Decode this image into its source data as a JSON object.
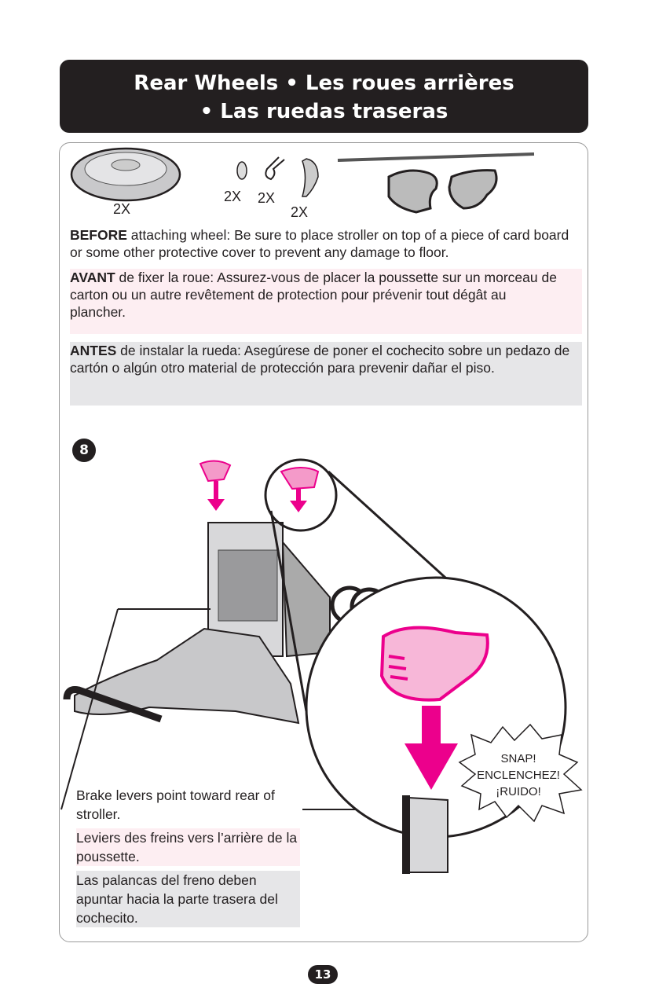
{
  "header": {
    "line1": "Rear Wheels • Les roues arrières",
    "line2": "• Las ruedas traseras"
  },
  "parts": {
    "wheel_qty": "2X",
    "washer_qty": "2X",
    "clip_qty": "2X",
    "cap_qty": "2X"
  },
  "instructions": {
    "en": {
      "lead": "BEFORE",
      "text": " attaching wheel: Be sure to place stroller on top of a piece of card board or some other protective cover to prevent any damage to floor."
    },
    "fr": {
      "lead": "AVANT",
      "text": " de fixer la roue: Assurez-vous de placer la poussette sur un morceau de carton ou un autre revêtement de protection pour prévenir tout dégât au plancher."
    },
    "es": {
      "lead": "ANTES",
      "text": " de instalar la rueda: Asegúrese de poner el cochecito sobre un pedazo de cartón o algún otro material de protección para prevenir dañar el piso."
    }
  },
  "step": {
    "number": "8"
  },
  "callout": {
    "line1": "SNAP!",
    "line2": "ENCLENCHEZ!",
    "line3": "¡RUIDO!"
  },
  "captions": {
    "en": "Brake levers point toward rear of stroller.",
    "fr": "Leviers des freins vers l’arrière de la poussette.",
    "es": "Las palancas del freno deben apuntar hacia la parte trasera del cochecito."
  },
  "page_number": "13",
  "colors": {
    "accent": "#ec008c",
    "dark": "#231f20",
    "fr_bg": "#fdeef2",
    "es_bg": "#e6e6e8"
  }
}
